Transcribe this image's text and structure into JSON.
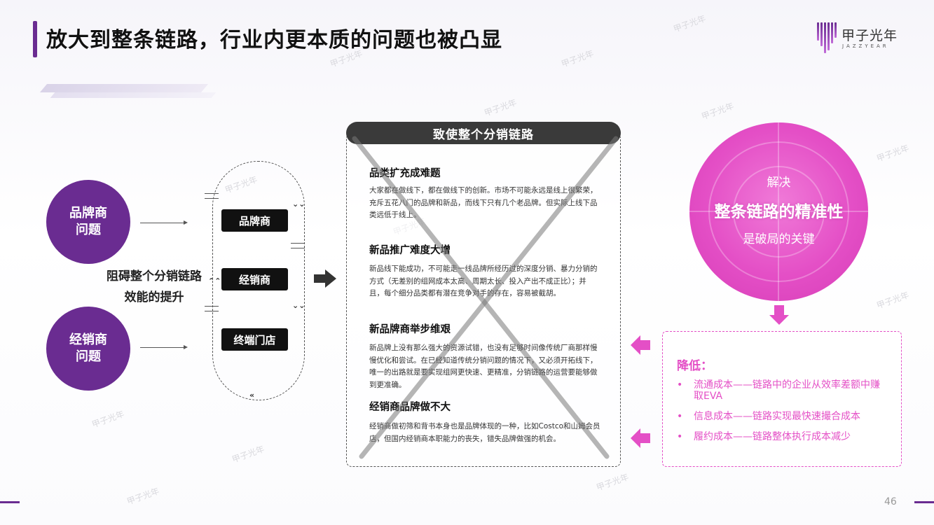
{
  "header": {
    "title": "放大到整条链路，行业内更本质的问题也被凸显"
  },
  "logo": {
    "cn": "甲子光年",
    "en": "JAZZYEAR"
  },
  "watermark": {
    "text": "甲子光年"
  },
  "left": {
    "brand_circle": "品牌商\n问题",
    "dealer_circle": "经销商\n问题",
    "block_text_line1": "阻碍整个分销链路",
    "block_text_line2": "效能的提升"
  },
  "chain": {
    "items": [
      "品牌商",
      "经销商",
      "终端门店"
    ]
  },
  "center": {
    "header": "致使整个分销链路",
    "sections": [
      {
        "title": "品类扩充成难题",
        "body": "大家都在做线下，都在做线下的创新。市场不可能永远是线上很繁荣，充斥五花八门的品牌和新品，而线下只有几个老品牌。但实际上线下品类远低于线上。"
      },
      {
        "title": "新品推广难度大增",
        "body": "新品线下能成功，不可能走一线品牌所经历过的深度分销、暴力分销的方式（无差别的组网成本太高、周期太长、投入产出不成正比）；并且，每个细分品类都有潜在竞争对手的存在，容易被截胡。"
      },
      {
        "title": "新品牌商举步维艰",
        "body": "新品牌上没有那么强大的资源试错，也没有足够时间像传统厂商那样慢慢优化和尝试。在已经知道传统分销问题的情况下，又必须开拓线下，唯一的出路就是要实现组网更快速、更精准，分销链路的运营要能够做到更准确。"
      },
      {
        "title": "经销商品牌做不大",
        "body": "经销商做初筛和背书本身也是品牌体现的一种，比如Costco和山姆会员店，但国内经销商本职能力的丧失，错失品牌做强的机会。"
      }
    ]
  },
  "right": {
    "circle_top": "解决",
    "circle_main": "整条链路的精准性",
    "circle_bottom": "是破局的关键",
    "box_title": "降低：",
    "items": [
      "流通成本——链路中的企业从效率差额中赚取EVA",
      "信息成本——链路实现最快速撮合成本",
      "履约成本——链路整体执行成本减少"
    ]
  },
  "colors": {
    "purple": "#6a2c91",
    "pink": "#e44fc6",
    "dark": "#3a3a3a"
  },
  "footer": {
    "page_number": "46"
  }
}
